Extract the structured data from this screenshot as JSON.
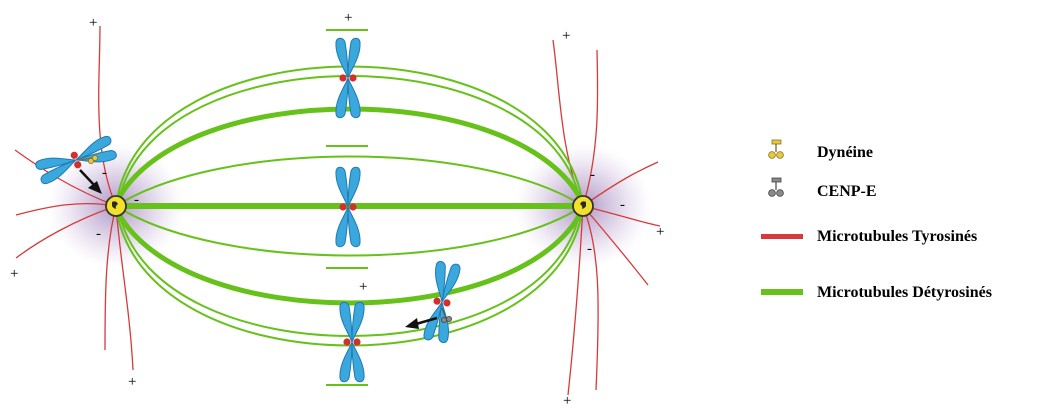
{
  "legend": {
    "dynein": "Dynéine",
    "cenpe": "CENP-E",
    "tyrosinated": "Microtubules Tyrosinés",
    "detyrosinated": "Microtubules Détyrosinés"
  },
  "signs": {
    "plus": "+",
    "minus": "-"
  },
  "colors": {
    "tyrosinated": "#d63a3a",
    "detyrosinated": "#66c21a",
    "chromosome": "#3aa7dd",
    "kinetochore": "#d23030",
    "centrosome": "#f2e12a",
    "dynein": "#e8c840",
    "cenpe": "#6f6f6f",
    "halo": "#7b4f9c"
  },
  "icons": [
    "dynein-icon",
    "cenpe-icon",
    "chromosome-icon",
    "centrosome-icon",
    "arrow-icon"
  ]
}
